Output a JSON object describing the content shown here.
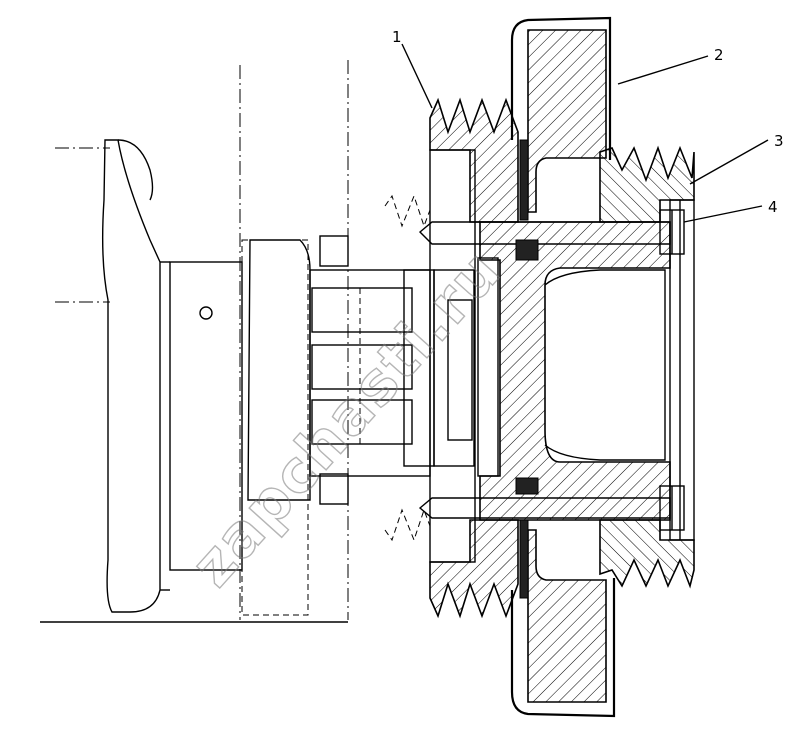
{
  "diagram": {
    "callouts": [
      {
        "id": "1",
        "label": "1"
      },
      {
        "id": "2",
        "label": "2"
      },
      {
        "id": "3",
        "label": "3"
      },
      {
        "id": "4",
        "label": "4"
      }
    ],
    "watermark": "zapchasti.ru"
  }
}
